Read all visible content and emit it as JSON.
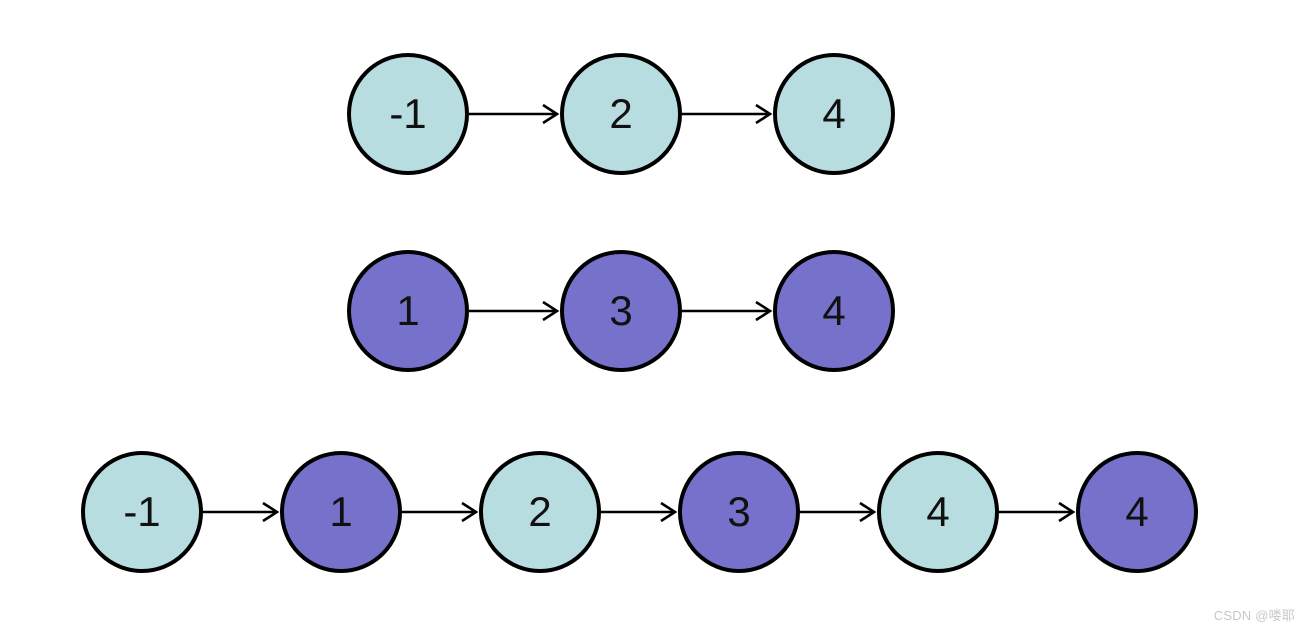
{
  "page": {
    "background_color": "#ffffff",
    "watermark": "CSDN @喽耶"
  },
  "colors": {
    "teal_node_fill": "#b7dde0",
    "purple_node_fill": "#7672cb",
    "node_border": "#000000",
    "node_text": "#111111",
    "arrow": "#000000",
    "watermark_text": "#c8c8c8"
  },
  "diagram": {
    "type": "linked-list-diagram",
    "lists": [
      {
        "nodes": [
          {
            "value": "-1",
            "fill": "#b7dde0"
          },
          {
            "value": "2",
            "fill": "#b7dde0"
          },
          {
            "value": "4",
            "fill": "#b7dde0"
          }
        ]
      },
      {
        "nodes": [
          {
            "value": "1",
            "fill": "#7672cb"
          },
          {
            "value": "3",
            "fill": "#7672cb"
          },
          {
            "value": "4",
            "fill": "#7672cb"
          }
        ]
      },
      {
        "nodes": [
          {
            "value": "-1",
            "fill": "#b7dde0"
          },
          {
            "value": "1",
            "fill": "#7672cb"
          },
          {
            "value": "2",
            "fill": "#b7dde0"
          },
          {
            "value": "3",
            "fill": "#7672cb"
          },
          {
            "value": "4",
            "fill": "#b7dde0"
          },
          {
            "value": "4",
            "fill": "#7672cb"
          }
        ]
      }
    ]
  }
}
